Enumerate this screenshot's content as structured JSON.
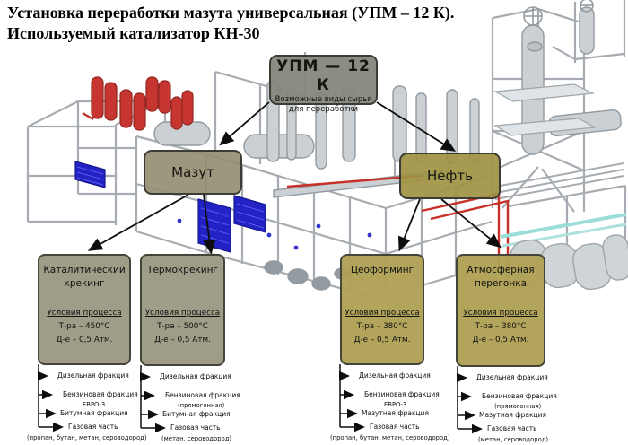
{
  "title": {
    "line1": "Установка переработки мазута универсальная (УПМ – 12 К).",
    "line2": "Используемый катализатор КН-30"
  },
  "callouts": {
    "upm": {
      "title": "УПМ — 12 К",
      "subtitle_line1": "Возможные виды сырья",
      "subtitle_line2": "для переработки"
    },
    "mazut": {
      "label": "Мазут"
    },
    "neft": {
      "label": "Нефть"
    }
  },
  "processes": [
    {
      "name": "Каталитический крекинг",
      "conditions_title": "Условия процесса",
      "temperature": "Т-ра – 450°С",
      "pressure": "Д-е – 0,5 Атм.",
      "fractions": [
        {
          "label": "Дизельная фракция"
        },
        {
          "label": "Бензиновая фракция",
          "note": "ЕВРО-3"
        },
        {
          "label": "Битумная фракция"
        },
        {
          "label": "Газовая часть",
          "note": "(пропан, бутан, метан, сероводород)"
        }
      ]
    },
    {
      "name": "Термокрекинг",
      "conditions_title": "Условия процесса",
      "temperature": "Т-ра – 500°С",
      "pressure": "Д-е – 0,5 Атм.",
      "fractions": [
        {
          "label": "Дизельная фракция"
        },
        {
          "label": "Бензиновая фракция",
          "note": "(прямогонная)"
        },
        {
          "label": "Битумная фракция"
        },
        {
          "label": "Газовая часть",
          "note": "(метан, сероводород)"
        }
      ]
    },
    {
      "name": "Цеоформинг",
      "conditions_title": "Условия процесса",
      "temperature": "Т-ра – 380°С",
      "pressure": "Д-е – 0,5 Атм.",
      "fractions": [
        {
          "label": "Дизельная фракция"
        },
        {
          "label": "Бензиновая фракция",
          "note": "ЕВРО-3"
        },
        {
          "label": "Мазутная фракция"
        },
        {
          "label": "Газовая часть",
          "note": "(пропан, бутан, метан, сероводород)"
        }
      ]
    },
    {
      "name": "Атмосферная перегонка",
      "conditions_title": "Условия процесса",
      "temperature": "Т-ра – 380°С",
      "pressure": "Д-е – 0,5 Атм.",
      "fractions": [
        {
          "label": "Дизельная фракция"
        },
        {
          "label": "Бензиновая фракция",
          "note": "(прямогонная)"
        },
        {
          "label": "Мазутная фракция"
        },
        {
          "label": "Газовая часть",
          "note": "(метан, сероводород)"
        }
      ]
    }
  ],
  "colors": {
    "background": "#ffffff",
    "title_text": "#000000",
    "callout_border": "#3c3c34",
    "callout_upm_fill": "#85857c",
    "callout_mazut_fill": "#928c70",
    "callout_neft_fill": "#9e9242",
    "process_gray_fill": "#9b9882",
    "process_khaki_fill": "#b0a054",
    "arrow": "#0d0d0d",
    "steel_frame": "#a2a8ad",
    "vessel_red": "#c32b24",
    "radiator_blue": "#1717c2",
    "pipe_cyan": "#96dcd7"
  }
}
